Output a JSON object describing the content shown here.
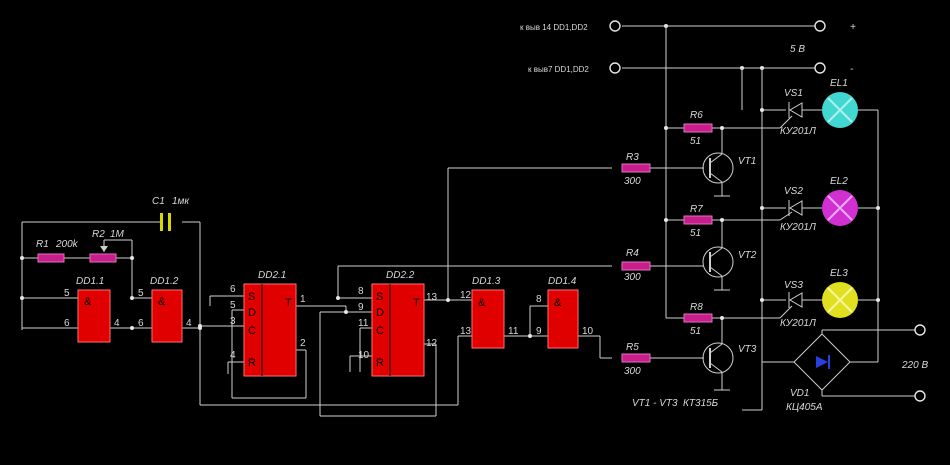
{
  "labels": {
    "supply_pin14": "к выв 14 DD1,DD2",
    "supply_pin7": "к выв7 DD1,DD2",
    "plus": "+",
    "minus": "-",
    "volt5": "5 В",
    "volt220": "220 В",
    "vt_note": "VT1 - VT3",
    "vt_type": "КТ315Б"
  },
  "chips": {
    "dd1_1": "DD1.1",
    "dd1_2": "DD1.2",
    "dd2_1": "DD2.1",
    "dd2_2": "DD2.2",
    "dd1_3": "DD1.3",
    "dd1_4": "DD1.4"
  },
  "components": {
    "r1": "R1",
    "r1_val": "200k",
    "r2": "R2",
    "r2_val": "1M",
    "c1": "C1",
    "c1_val": "1мк",
    "r3": "R3",
    "r3_val": "300",
    "r4": "R4",
    "r4_val": "300",
    "r5": "R5",
    "r5_val": "300",
    "r6": "R6",
    "r6_val": "51",
    "r7": "R7",
    "r7_val": "51",
    "r8": "R8",
    "r8_val": "51",
    "vt1": "VT1",
    "vt2": "VT2",
    "vt3": "VT3",
    "vs1": "VS1",
    "vs2": "VS2",
    "vs3": "VS3",
    "vs_type": "КУ201Л",
    "el1": "EL1",
    "el2": "EL2",
    "el3": "EL3",
    "vd1": "VD1",
    "vd1_type": "КЦ405А"
  },
  "pins": {
    "p1": "1",
    "p2": "2",
    "p3": "3",
    "p4": "4",
    "p5": "5",
    "p6": "6",
    "p8": "8",
    "p9": "9",
    "p10": "10",
    "p11": "11",
    "p12": "12",
    "p13": "13"
  },
  "gate": {
    "and": "&",
    "s": "S",
    "d": "D",
    "c": "C",
    "r": "R",
    "t": "T"
  },
  "colors": {
    "background": "#000000",
    "chip": "#e00000",
    "resistor": "#c81e8c",
    "lamp1": "#40d8d0",
    "lamp2": "#d030d0",
    "lamp3": "#e0e020",
    "capacitor": "#d8d800"
  }
}
